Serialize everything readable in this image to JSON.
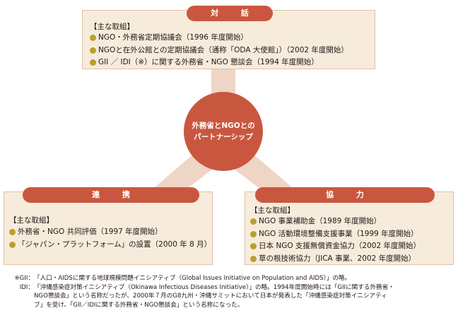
{
  "center": {
    "line1": "外務省とNGOとの",
    "line2": "パートナーシップ"
  },
  "taiwa": {
    "title": "対 話",
    "heading": "【主な取組】",
    "items": [
      "NGO・外務省定期協議会（1996 年度開始）",
      "NGOと在外公館との定期協議会（通称「ODA 大使館」）（2002 年度開始）",
      "GII ／ IDI（※）に関する外務省・NGO 懇談会（1994 年度開始）"
    ]
  },
  "renkei": {
    "title": "連 携",
    "heading": "【主な取組】",
    "items": [
      "外務省・NGO 共同評価（1997 年度開始）",
      "「ジャパン・プラットフォーム」の設置（2000 年 8 月）"
    ]
  },
  "kyoryoku": {
    "title": "協 力",
    "heading": "【主な取組】",
    "items": [
      "NGO 事業補助金（1989 年度開始）",
      "NGO 活動環境整備支援事業（1999 年度開始）",
      "日本 NGO 支援無償資金協力（2002 年度開始）",
      "草の根技術協力（JICA 事業、2002 年度開始）"
    ]
  },
  "notes": {
    "gii_label": "※GII：",
    "gii_text": "「人口・AIDSに関する地球規模問題イニシアティブ（Global Issues Initiative on Population and AIDS）」の略。",
    "idi_label": "IDI：",
    "idi_lines": [
      "「沖縄感染症対策イニシアティブ（Okinawa Infectious Diseases Initiative）」の略。1994年度開始時には「GIIに関する外務省・",
      "NGO懇談会」という名称だったが、2000年７月のG8九州・沖縄サミットにおいて日本が発表した「沖縄感染症対策イニシアティ",
      "ブ」を受け、「GII／IDIに関する外務省・NGO懇談会」という名称になった。"
    ]
  },
  "colors": {
    "accent": "#c9573f",
    "box_fill": "#f7ebdc",
    "connector": "#efd5c6",
    "bullet": "#b8a02c"
  }
}
